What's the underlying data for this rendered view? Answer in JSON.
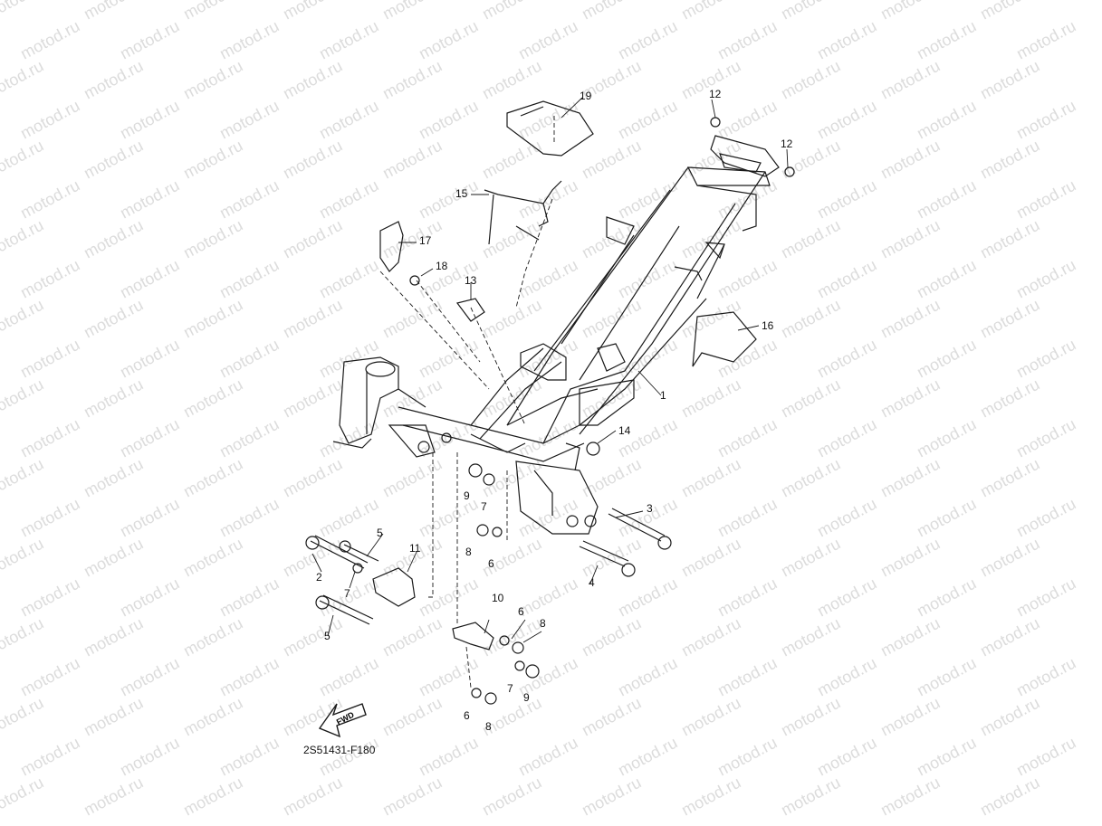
{
  "watermark": {
    "text": "motod.ru",
    "color": "#dcdcdc"
  },
  "diagram": {
    "code": "2S51431-F180",
    "fwd_label": "FWD",
    "line_color": "#1a1a1a"
  },
  "callouts": [
    {
      "id": "c1",
      "label": "1"
    },
    {
      "id": "c2",
      "label": "2"
    },
    {
      "id": "c3",
      "label": "3"
    },
    {
      "id": "c4",
      "label": "4"
    },
    {
      "id": "c5a",
      "label": "5"
    },
    {
      "id": "c5b",
      "label": "5"
    },
    {
      "id": "c6a",
      "label": "6"
    },
    {
      "id": "c6b",
      "label": "6"
    },
    {
      "id": "c6c",
      "label": "6"
    },
    {
      "id": "c7a",
      "label": "7"
    },
    {
      "id": "c7b",
      "label": "7"
    },
    {
      "id": "c7c",
      "label": "7"
    },
    {
      "id": "c8a",
      "label": "8"
    },
    {
      "id": "c8b",
      "label": "8"
    },
    {
      "id": "c8c",
      "label": "8"
    },
    {
      "id": "c9a",
      "label": "9"
    },
    {
      "id": "c9b",
      "label": "9"
    },
    {
      "id": "c10",
      "label": "10"
    },
    {
      "id": "c11",
      "label": "11"
    },
    {
      "id": "c12a",
      "label": "12"
    },
    {
      "id": "c12b",
      "label": "12"
    },
    {
      "id": "c13",
      "label": "13"
    },
    {
      "id": "c14",
      "label": "14"
    },
    {
      "id": "c15",
      "label": "15"
    },
    {
      "id": "c16",
      "label": "16"
    },
    {
      "id": "c17",
      "label": "17"
    },
    {
      "id": "c18",
      "label": "18"
    },
    {
      "id": "c19",
      "label": "19"
    }
  ]
}
